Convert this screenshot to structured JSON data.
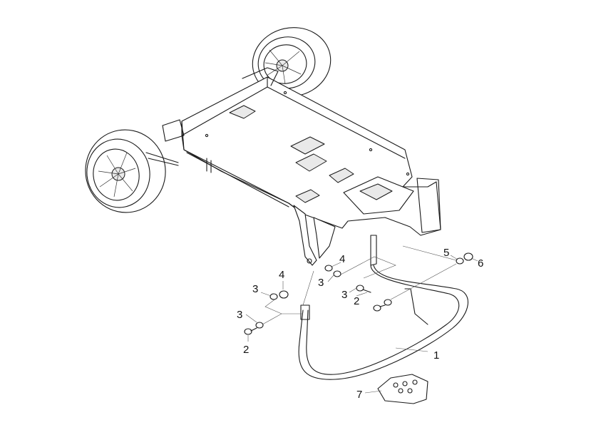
{
  "callouts": [
    {
      "id": "c1",
      "text": "1"
    },
    {
      "id": "c2a",
      "text": "2"
    },
    {
      "id": "c2b",
      "text": "2"
    },
    {
      "id": "c3a",
      "text": "3"
    },
    {
      "id": "c3b",
      "text": "3"
    },
    {
      "id": "c3c",
      "text": "3"
    },
    {
      "id": "c3d",
      "text": "3"
    },
    {
      "id": "c4a",
      "text": "4"
    },
    {
      "id": "c4b",
      "text": "4"
    },
    {
      "id": "c5",
      "text": "5"
    },
    {
      "id": "c6",
      "text": "6"
    },
    {
      "id": "c7",
      "text": "7"
    }
  ]
}
